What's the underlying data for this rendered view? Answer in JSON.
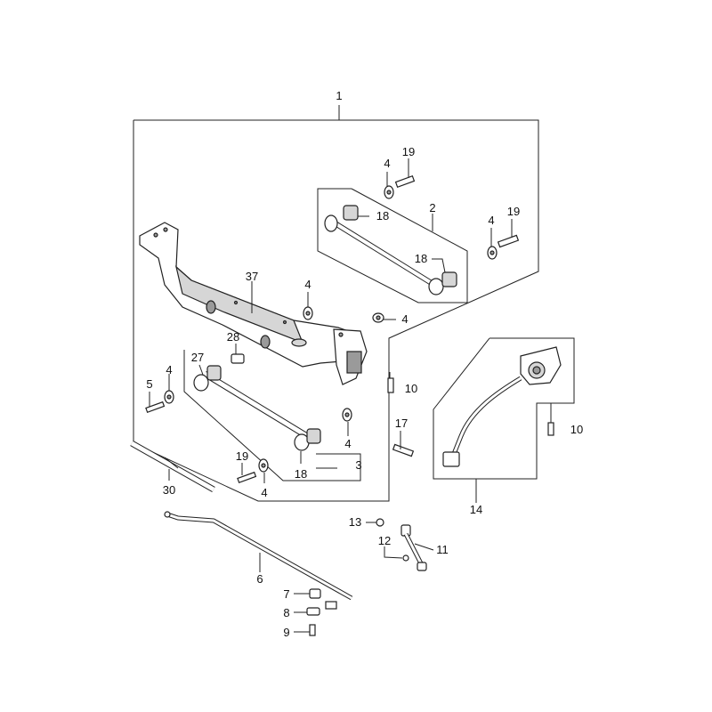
{
  "callouts": {
    "c1": "1",
    "c2": "2",
    "c3": "3",
    "c4a": "4",
    "c4b": "4",
    "c4c": "4",
    "c4d": "4",
    "c4e": "4",
    "c4f": "4",
    "c4g": "4",
    "c5": "5",
    "c6": "6",
    "c7": "7",
    "c8": "8",
    "c9": "9",
    "c10a": "10",
    "c10b": "10",
    "c11": "11",
    "c12": "12",
    "c13": "13",
    "c14": "14",
    "c17": "17",
    "c18a": "18",
    "c18b": "18",
    "c18c": "18",
    "c19a": "19",
    "c19b": "19",
    "c19c": "19",
    "c27": "27",
    "c28": "28",
    "c30": "30",
    "c37": "37"
  }
}
